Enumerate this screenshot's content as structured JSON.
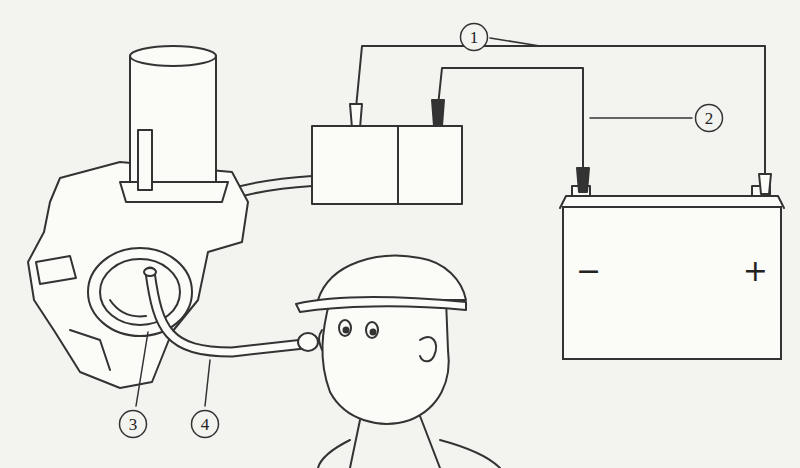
{
  "diagram": {
    "nodes": [
      {
        "text": [
          "1"
        ]
      },
      {
        "text": [
          "2"
        ]
      },
      {
        "text": [
          "−",
          "+"
        ]
      },
      {
        "text": [
          "3"
        ]
      },
      {
        "text": [
          "4"
        ]
      }
    ]
  }
}
